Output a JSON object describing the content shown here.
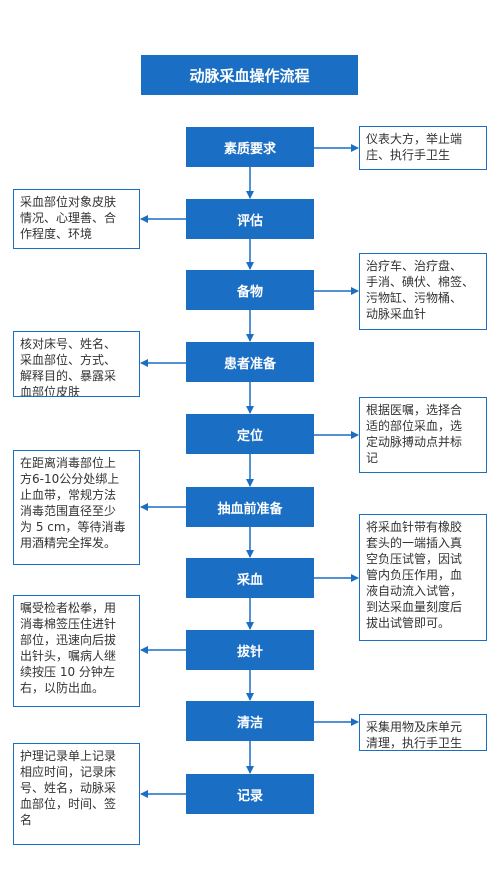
{
  "title": "动脉采血操作流程",
  "steps": [
    "素质要求",
    "评估",
    "备物",
    "患者准备",
    "定位",
    "抽血前准备",
    "采血",
    "拔针",
    "清洁",
    "记录"
  ],
  "notes": {
    "n0": "仪表大方，举止端\n庄、执行手卫生",
    "n1": "采血部位对象皮肤\n情况、心理善、合\n作程度、环境",
    "n2": "治疗车、治疗盘、\n手消、碘伏、棉签、\n污物缸、污物桶、\n动脉采血针",
    "n3": "核对床号、姓名、\n采血部位、方式、\n解释目的、暴露采\n血部位皮肤",
    "n4": "根据医嘱，选择合\n适的部位采血，选\n定动脉搏动点并标\n记",
    "n5": "在距离消毒部位上\n方6-10公分处绑上\n止血带，常规方法\n消毒范围直径至少\n为 5 cm，等待消毒\n用酒精完全挥发。",
    "n6": "将采血针带有橡胶\n套头的一端插入真\n空负压试管，因试\n管内负压作用，血\n液自动流入试管，\n到达采血量刻度后\n拔出试管即可。",
    "n7": "嘱受检者松拳，用\n消毒棉签压住进针\n部位，迅速向后拔\n出针头，嘱病人继\n续按压 10 分钟左\n右，以防出血。",
    "n8": "采集用物及床单元\n清理，执行手卫生",
    "n9": "护理记录单上记录\n相应时间，记录床\n号、姓名，动脉采\n血部位，时间、签\n名"
  },
  "colors": {
    "box": "#1a6fc4",
    "line": "#1a6fc4",
    "text": "#333333"
  }
}
